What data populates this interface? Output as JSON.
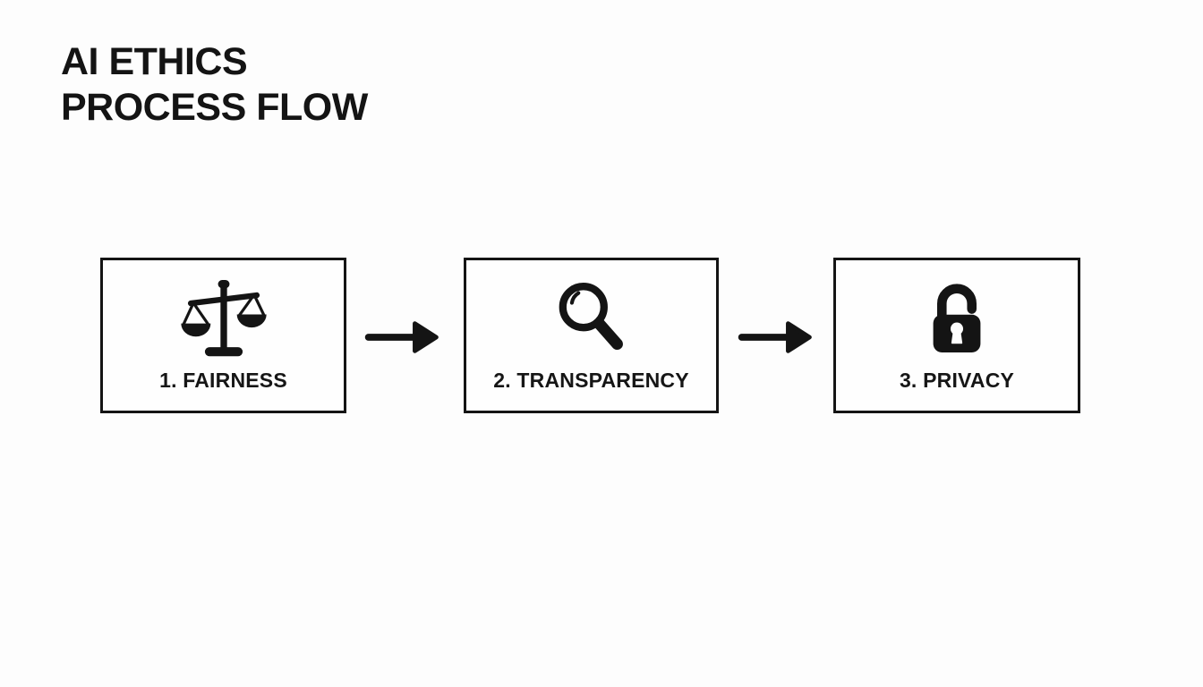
{
  "page": {
    "background_color": "#fdfdfd",
    "ink_color": "#141414"
  },
  "header": {
    "title": "AI ETHICS\nPROCESS FLOW"
  },
  "flow": {
    "steps": [
      {
        "label": "1. FAIRNESS",
        "icon": "scales-icon"
      },
      {
        "label": "2. TRANSPARENCY",
        "icon": "magnifying-glass-icon"
      },
      {
        "label": "3. PRIVACY",
        "icon": "padlock-icon"
      }
    ],
    "connectors": [
      {
        "icon": "arrow-right-icon"
      },
      {
        "icon": "arrow-right-icon"
      }
    ]
  }
}
